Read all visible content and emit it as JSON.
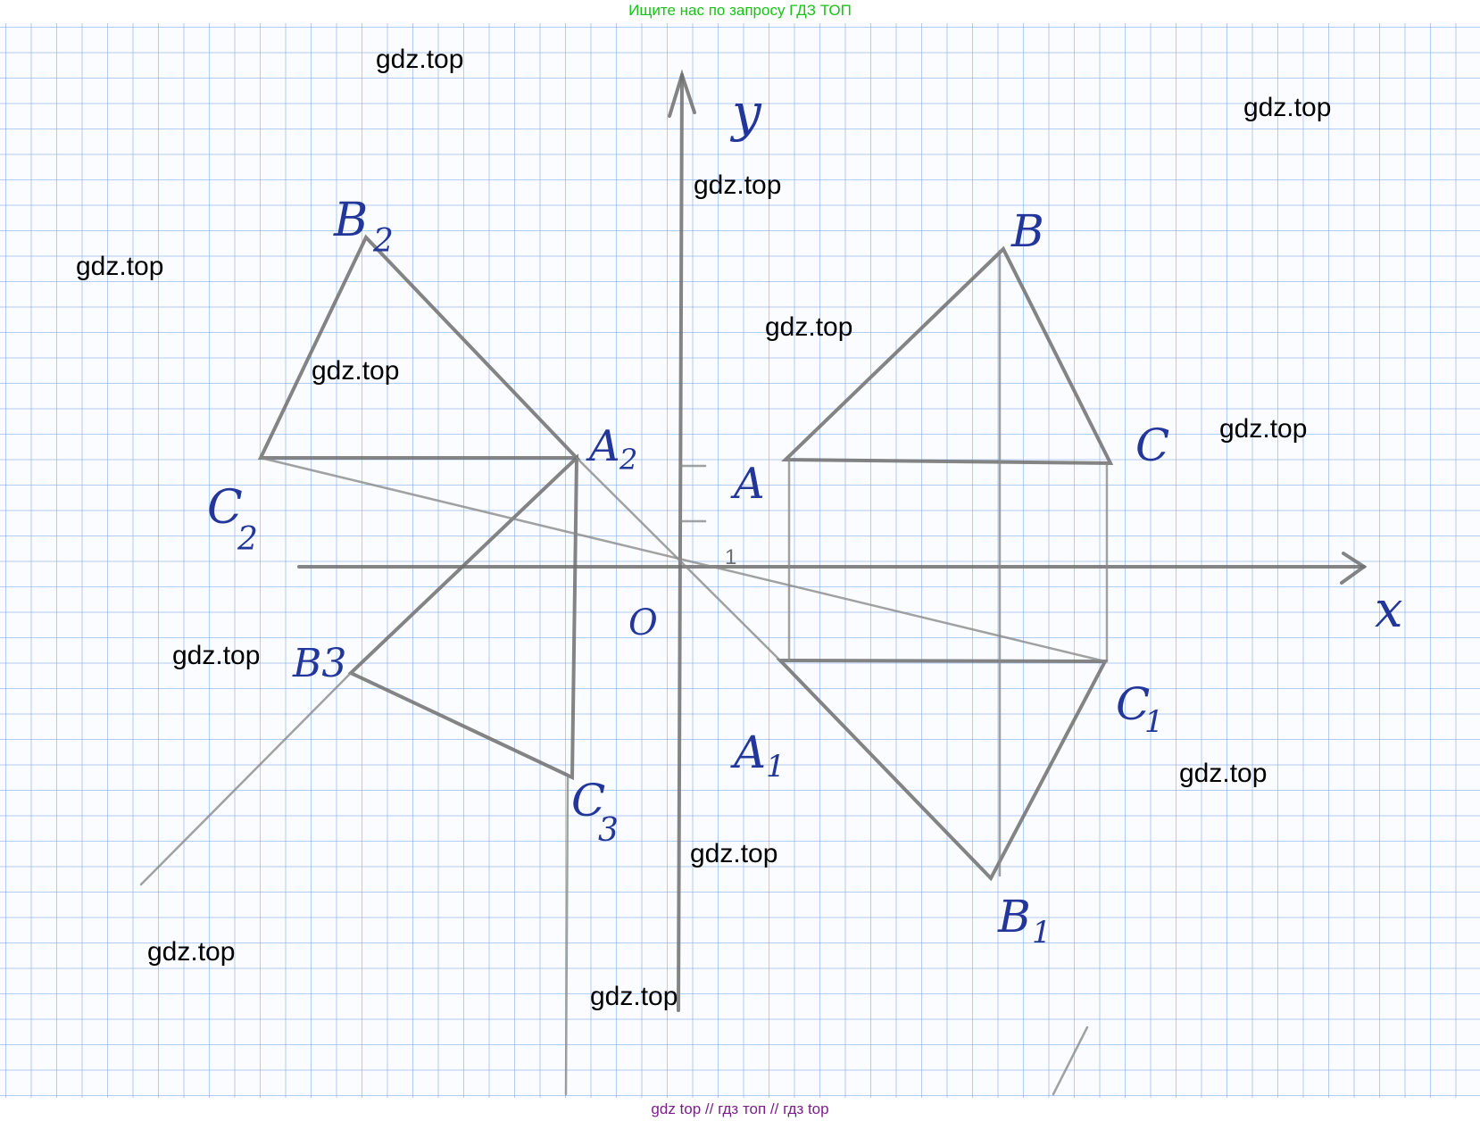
{
  "banner_top": "Ищите нас по запросу ГДЗ ТОП",
  "banner_bottom": "gdz top  //  гдз топ  //  гдз top",
  "watermark_text": "gdz.top",
  "axes": {
    "x_label": "x",
    "y_label": "y",
    "origin_label": "O",
    "unit_label": "1"
  },
  "points": {
    "A": "A",
    "B": "B",
    "C": "C",
    "A1": "A",
    "A1_sub": "1",
    "B1": "B",
    "B1_sub": "1",
    "C1": "C",
    "C1_sub": "1",
    "A2": "A",
    "A2_sub": "2",
    "B2": "B",
    "B2_sub": "2",
    "C2": "C",
    "C2_sub": "2",
    "B3": "B3",
    "C3": "C",
    "C3_sub": "3"
  },
  "colors": {
    "grid": "#78a5e6",
    "pencil": "#6e6e6e",
    "ink": "#23369a",
    "banner_top": "#19c219",
    "banner_bottom": "#7a1f8a"
  }
}
